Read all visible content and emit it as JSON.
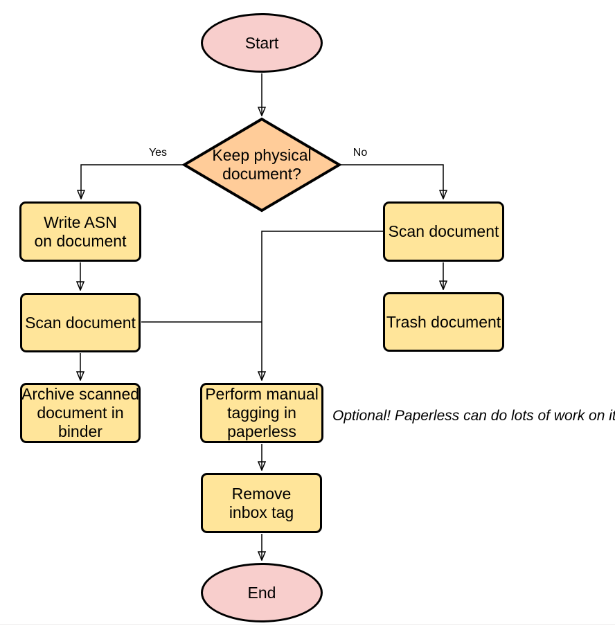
{
  "diagram": {
    "type": "flowchart",
    "background": "#ffffff",
    "colors": {
      "terminal_fill": "#f8cecc",
      "decision_fill": "#ffcc99",
      "process_fill": "#ffe59a",
      "stroke": "#000000"
    },
    "nodes": {
      "start": {
        "shape": "ellipse",
        "lines": [
          "Start"
        ]
      },
      "keep_physical": {
        "shape": "diamond",
        "lines": [
          "Keep physical",
          "document?"
        ]
      },
      "write_asn": {
        "shape": "process",
        "lines": [
          "Write ASN",
          "on document"
        ]
      },
      "scan_document_left": {
        "shape": "process",
        "lines": [
          "Scan document"
        ]
      },
      "archive_scanned": {
        "shape": "process",
        "lines": [
          "Archive scanned",
          "document in",
          "binder"
        ]
      },
      "scan_document_right": {
        "shape": "process",
        "lines": [
          "Scan document"
        ]
      },
      "trash_document": {
        "shape": "process",
        "lines": [
          "Trash document"
        ]
      },
      "manual_tagging": {
        "shape": "process",
        "lines": [
          "Perform manual",
          "tagging in",
          "paperless"
        ]
      },
      "remove_inbox_tag": {
        "shape": "process",
        "lines": [
          "Remove",
          "inbox tag"
        ]
      },
      "end": {
        "shape": "ellipse",
        "lines": [
          "End"
        ]
      }
    },
    "edge_labels": {
      "yes": "Yes",
      "no": "No"
    },
    "annotation": {
      "lines": [
        "Optional! Paperless can do lots of work on",
        "its own here."
      ]
    }
  }
}
